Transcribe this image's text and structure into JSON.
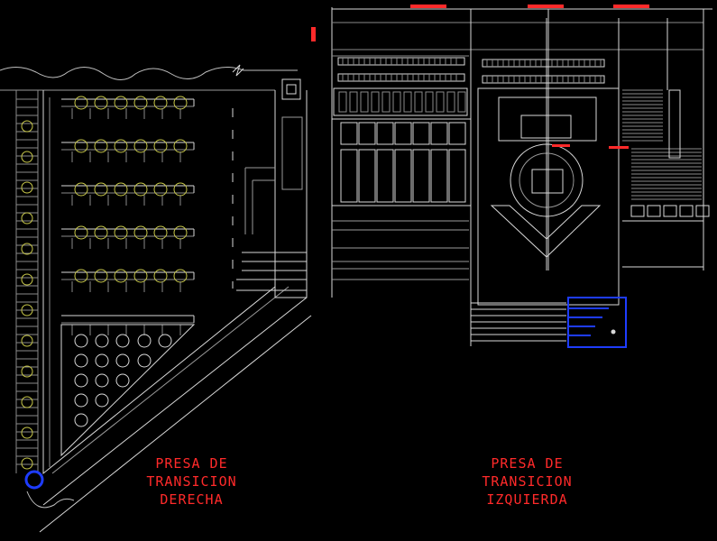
{
  "drawing": {
    "background": "#000000",
    "colors": {
      "line_white": "#d8d8d8",
      "line_grey": "#8a8a8a",
      "yellow_circles": "#c8c84a",
      "blue_highlight": "#1e3cff",
      "red_text": "#ff2a2a"
    }
  },
  "labels": {
    "right_dam": {
      "line1": "PRESA DE",
      "line2": "TRANSICION",
      "line3": "DERECHA"
    },
    "left_dam": {
      "line1": "PRESA DE",
      "line2": "TRANSICION",
      "line3": "IZQUIERDA"
    }
  }
}
